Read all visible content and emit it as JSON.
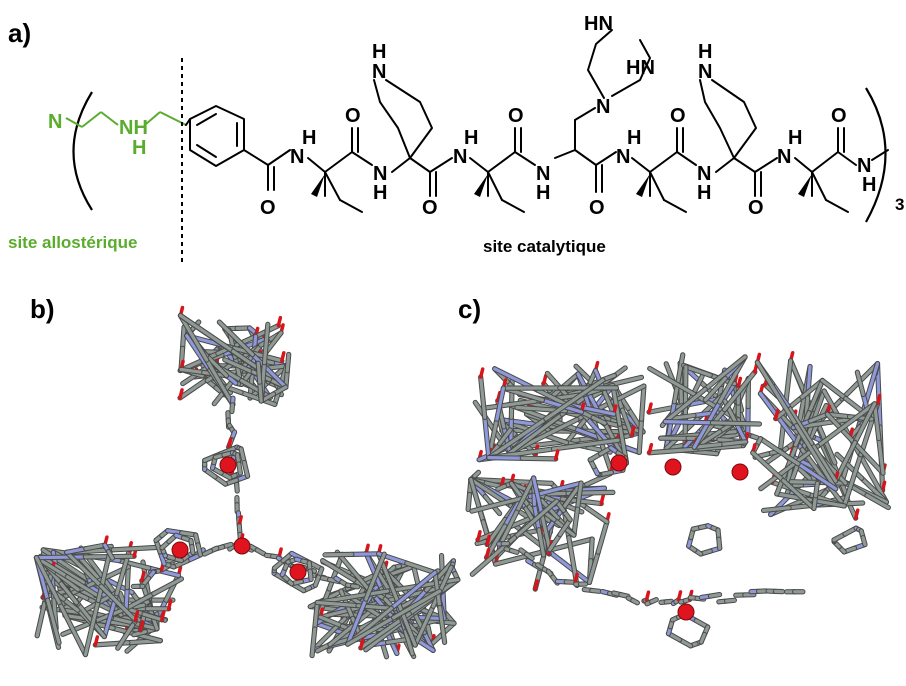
{
  "panels": {
    "a": {
      "label": "a)",
      "atoms": {
        "N_amine": "N",
        "NH_green": "NH",
        "H_green": "H",
        "N": "N",
        "H": "H",
        "O": "O",
        "NH": "NH",
        "HN": "HN",
        "subscript": "3"
      },
      "caption_allosteric": "site allostérique",
      "caption_catalytic": "site catalytique"
    },
    "b": {
      "label": "b)"
    },
    "c": {
      "label": "c)"
    }
  },
  "colors": {
    "green": "#5aac2e",
    "black": "#000000",
    "stick_gray": "#8f9a95",
    "stick_blue": "#8f98d8",
    "oxygen_red": "#d8151b",
    "center_red": "#e0141e"
  }
}
